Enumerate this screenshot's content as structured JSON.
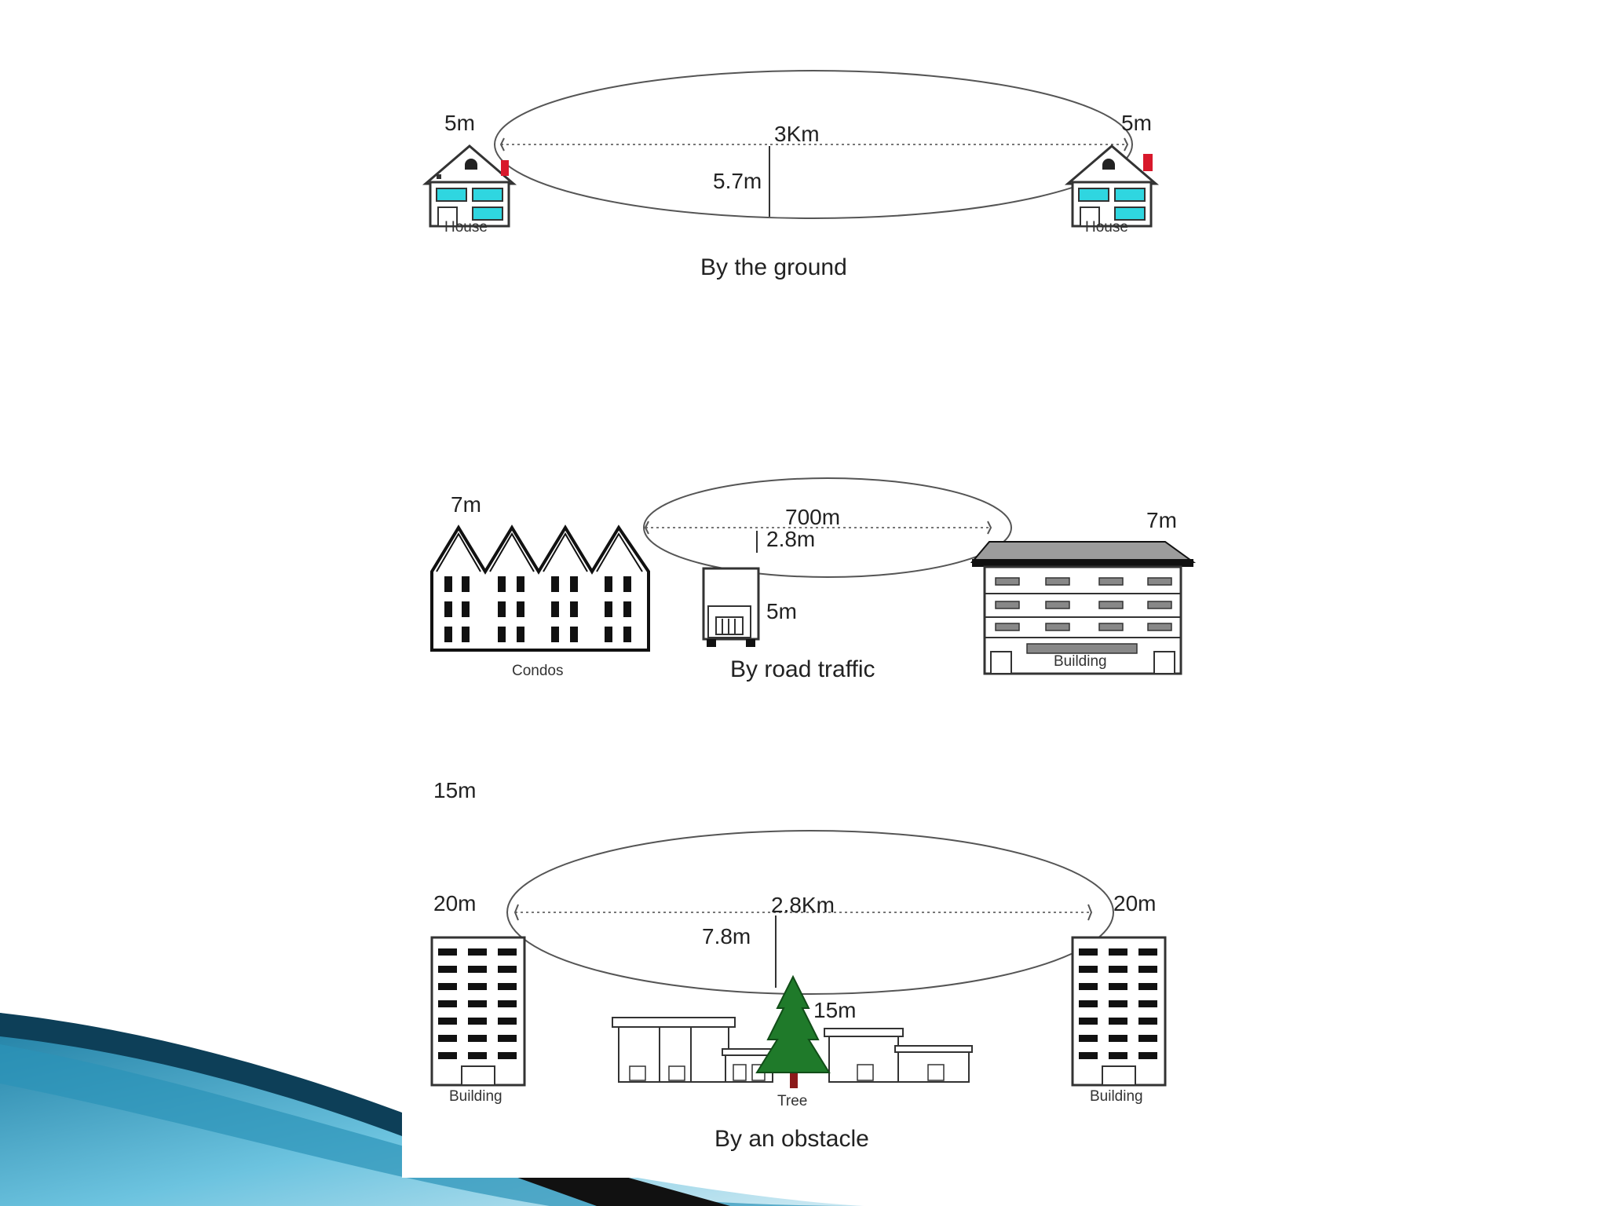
{
  "colors": {
    "swoosh_dark": "#0d3f58",
    "swoosh_mid": "#1f7ea3",
    "swoosh_light": "#6cc3df",
    "window_cyan": "#2fd6e0",
    "chimney_red": "#d8182b",
    "tree_green": "#1f7a2a",
    "trunk_red": "#8b1a1a"
  },
  "panels": {
    "ground": {
      "left_height": "5m",
      "right_height": "5m",
      "distance": "3Km",
      "clearance": "5.7m",
      "left_structure": "House",
      "right_structure": "House",
      "caption": "By the ground"
    },
    "traffic": {
      "left_height": "7m",
      "right_height": "7m",
      "distance": "700m",
      "clearance": "2.8m",
      "obstacle_height": "5m",
      "left_structure": "Condos",
      "right_structure": "Building",
      "caption": "By road traffic"
    },
    "obstacle": {
      "top_height": "15m",
      "left_height": "20m",
      "right_height": "20m",
      "distance": "2.8Km",
      "clearance": "7.8m",
      "obstacle_height": "15m",
      "left_structure": "Building",
      "right_structure": "Building",
      "center_structure": "Tree",
      "caption": "By an obstacle"
    }
  }
}
